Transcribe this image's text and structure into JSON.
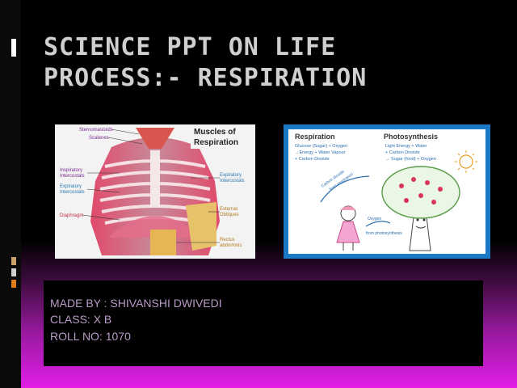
{
  "slide": {
    "title_line1": "SCIENCE PPT ON LIFE",
    "title_line2": "PROCESS:- RESPIRATION",
    "colors": {
      "background": "#000000",
      "bottom_gradient": "#e21ee8",
      "title": "#cfcfcf",
      "info_text": "#b99bc7",
      "frame_blue": "#1b78c7"
    }
  },
  "left_image": {
    "title_line1": "Muscles of",
    "title_line2": "Respiration",
    "labels": {
      "sternomastoids": "Sternomastoids",
      "scalenes": "Scalenes",
      "inspiratory_intercostals_1": "Inspiratory",
      "inspiratory_intercostals_2": "Intercostals",
      "expiratory_intercostals_l1": "Expiratory",
      "expiratory_intercostals_l2": "Intercostals",
      "diaphragm": "Diaphragm",
      "expiratory_intercostals_r1": "Expiratory",
      "expiratory_intercostals_r2": "Intercostals",
      "external_obliques_1": "External",
      "external_obliques_2": "Obliques",
      "rectus_abdominis_1": "Rectus",
      "rectus_abdominis_2": "abdominis"
    }
  },
  "right_image": {
    "respiration_heading": "Respiration",
    "respiration_eq1": "Glucose (Sugar) + Oxygen",
    "respiration_eq2": "→Energy + Water Vapour",
    "respiration_eq3": "+ Carbon Dioxide",
    "photosynthesis_heading": "Photosynthesis",
    "photo_eq1": "Light Energy + Water",
    "photo_eq2": "+ Carbon Dioxide",
    "photo_eq3": "→ Sugar (food) + Oxygen",
    "arrow_label1_a": "Carbon dioxide",
    "arrow_label1_b": "from respiration",
    "arrow_label2_a": "Oxygen",
    "arrow_label2_b": "from photosynthesis"
  },
  "info": {
    "made_by": "MADE BY : SHIVANSHI DWIVEDI",
    "class": "CLASS: X B",
    "roll_no": "ROLL NO: 1070"
  }
}
